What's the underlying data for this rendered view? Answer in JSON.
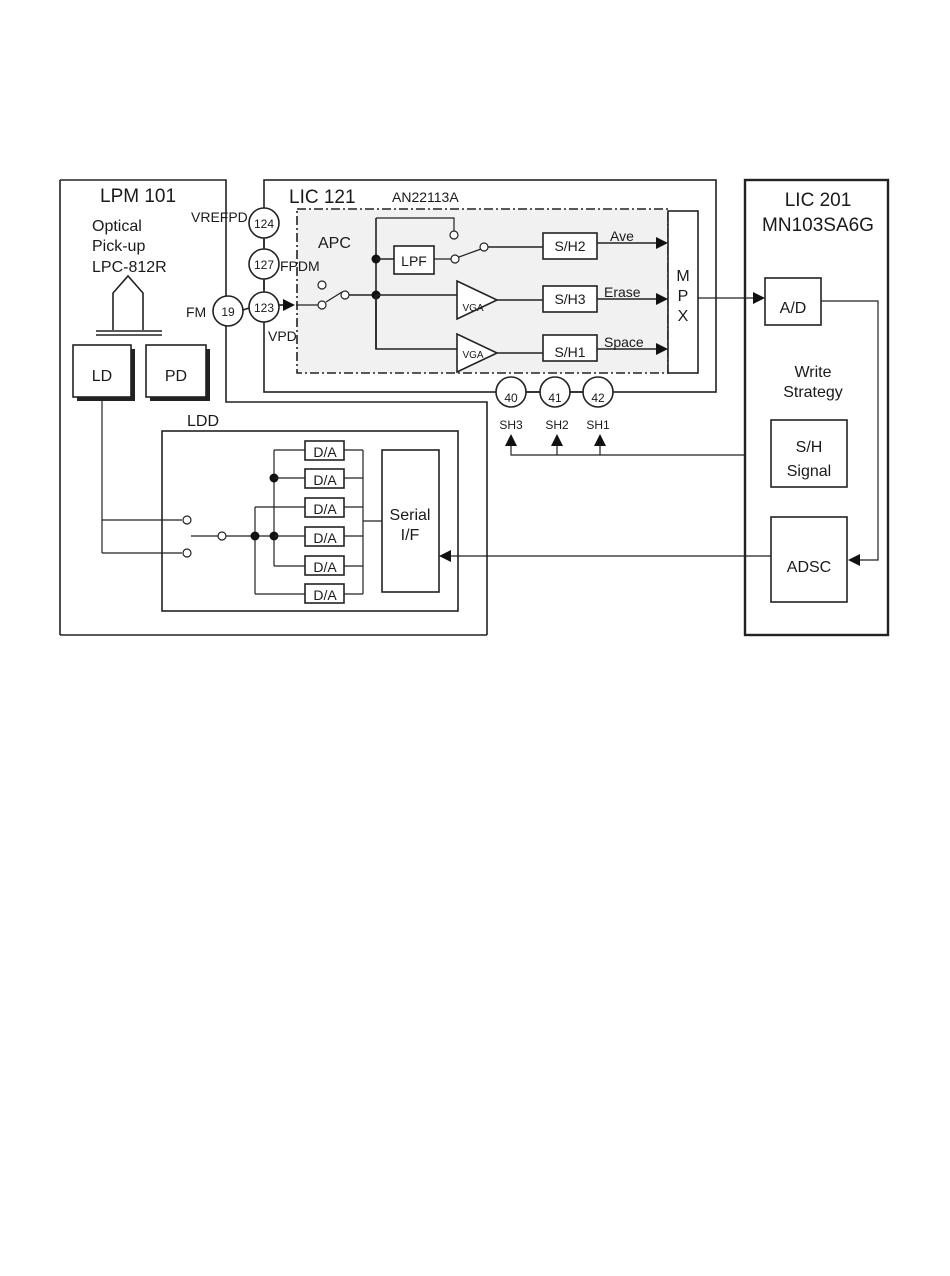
{
  "lpm": {
    "title": "LPM 101",
    "optical_line1": "Optical",
    "optical_line2": "Pick-up",
    "optical_line3": "LPC-812R",
    "ld": "LD",
    "pd": "PD"
  },
  "lic121": {
    "title": "LIC 121",
    "part": "AN22113A",
    "apc": "APC",
    "lpf": "LPF",
    "vga": "VGA",
    "sh2": "S/H2",
    "sh3": "S/H3",
    "sh1": "S/H1",
    "ave": "Ave",
    "erase": "Erase",
    "space": "Space",
    "mpx_m": "M",
    "mpx_p": "P",
    "mpx_x": "X"
  },
  "pins": {
    "p124": "124",
    "p127": "127",
    "p19": "19",
    "p123": "123",
    "p40": "40",
    "p41": "41",
    "p42": "42"
  },
  "signals": {
    "vrefpd": "VREFPD",
    "fpdm": "FPDM",
    "fm": "FM",
    "vpd": "VPD",
    "sh3": "SH3",
    "sh2": "SH2",
    "sh1": "SH1"
  },
  "ldd": {
    "title": "LDD",
    "da": "D/A",
    "serial_line1": "Serial",
    "serial_line2": "I/F"
  },
  "lic201": {
    "title_line1": "LIC 201",
    "title_line2": "MN103SA6G",
    "ad": "A/D",
    "write_line1": "Write",
    "write_line2": "Strategy",
    "sh_line1": "S/H",
    "sh_line2": "Signal",
    "adsc": "ADSC"
  }
}
